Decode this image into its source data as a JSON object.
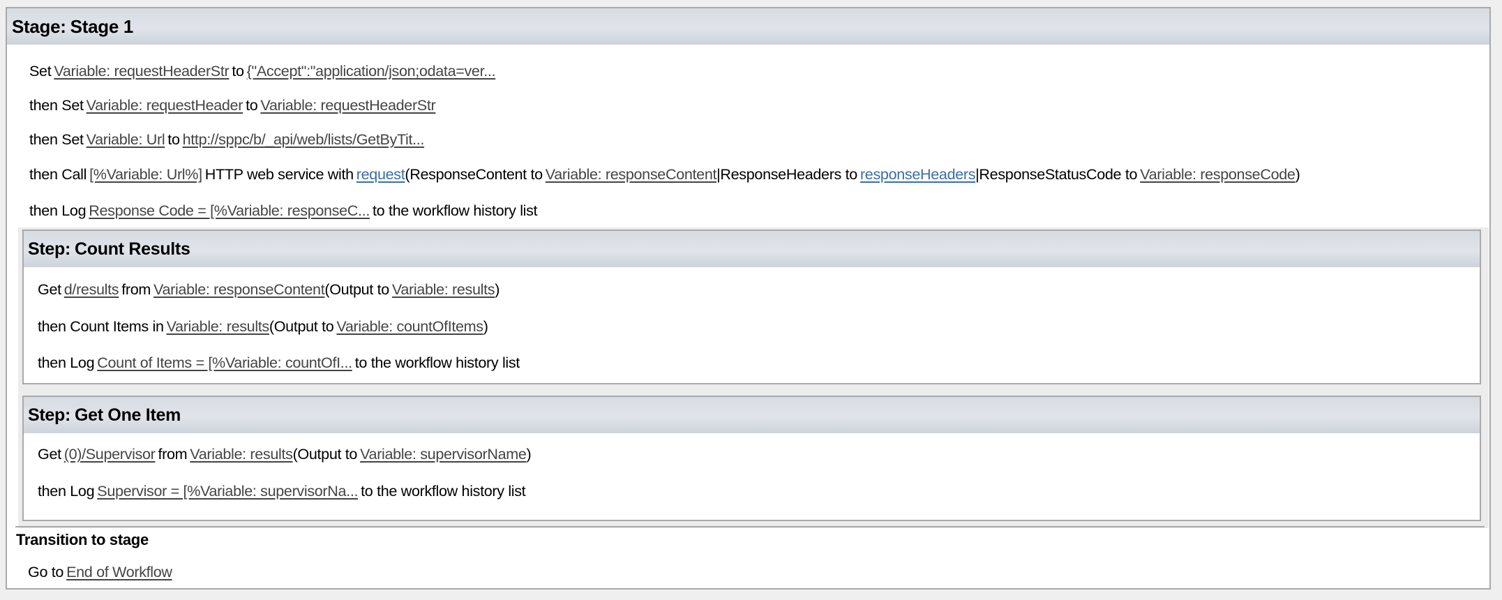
{
  "stage": {
    "label": "Stage:",
    "name": "Stage 1",
    "actions": [
      {
        "parts": [
          {
            "t": "kw",
            "v": "Set"
          },
          {
            "t": "link",
            "v": "Variable: requestHeaderStr"
          },
          {
            "t": "kw",
            "v": "to"
          },
          {
            "t": "link",
            "v": "{\"Accept\":\"application/json;odata=ver..."
          }
        ]
      },
      {
        "parts": [
          {
            "t": "kw",
            "v": "then Set"
          },
          {
            "t": "link",
            "v": "Variable: requestHeader"
          },
          {
            "t": "kw",
            "v": "to"
          },
          {
            "t": "link",
            "v": "Variable: requestHeaderStr"
          }
        ]
      },
      {
        "parts": [
          {
            "t": "kw",
            "v": "then Set"
          },
          {
            "t": "link",
            "v": "Variable: Url"
          },
          {
            "t": "kw",
            "v": "to"
          },
          {
            "t": "link",
            "v": "http://sppc/b/_api/web/lists/GetByTit..."
          }
        ]
      },
      {
        "parts": [
          {
            "t": "kw",
            "v": "then Call"
          },
          {
            "t": "link",
            "v": "[%Variable: Url%]"
          },
          {
            "t": "kw",
            "v": "HTTP web service with"
          },
          {
            "t": "bluelink",
            "v": "request"
          },
          {
            "t": "text",
            "v": "(ResponseContent to"
          },
          {
            "t": "link",
            "v": "Variable: responseContent"
          },
          {
            "t": "text",
            "v": "|ResponseHeaders to"
          },
          {
            "t": "bluelink",
            "v": "responseHeaders"
          },
          {
            "t": "text",
            "v": "|ResponseStatusCode to"
          },
          {
            "t": "link",
            "v": "Variable: responseCode"
          },
          {
            "t": "text",
            "v": ")"
          }
        ]
      },
      {
        "parts": [
          {
            "t": "kw",
            "v": "then Log"
          },
          {
            "t": "link",
            "v": "Response Code = [%Variable: responseC..."
          },
          {
            "t": "text",
            "v": "to the workflow history list"
          }
        ]
      }
    ]
  },
  "steps": [
    {
      "label": "Step:",
      "name": "Count Results",
      "actions": [
        {
          "parts": [
            {
              "t": "kw",
              "v": "Get"
            },
            {
              "t": "link",
              "v": "d/results"
            },
            {
              "t": "kw",
              "v": "from"
            },
            {
              "t": "link",
              "v": "Variable: responseContent"
            },
            {
              "t": "text",
              "v": "(Output to"
            },
            {
              "t": "link",
              "v": "Variable: results"
            },
            {
              "t": "text",
              "v": ")"
            }
          ]
        },
        {
          "parts": [
            {
              "t": "kw",
              "v": "then Count Items in"
            },
            {
              "t": "link",
              "v": "Variable: results"
            },
            {
              "t": "text",
              "v": "(Output to"
            },
            {
              "t": "link",
              "v": "Variable: countOfItems"
            },
            {
              "t": "text",
              "v": ")"
            }
          ]
        },
        {
          "parts": [
            {
              "t": "kw",
              "v": "then Log"
            },
            {
              "t": "link",
              "v": "Count of Items = [%Variable: countOfI..."
            },
            {
              "t": "text",
              "v": "to the workflow history list"
            }
          ]
        }
      ]
    },
    {
      "label": "Step:",
      "name": "Get One Item",
      "actions": [
        {
          "parts": [
            {
              "t": "kw",
              "v": "Get"
            },
            {
              "t": "link",
              "v": "(0)/Supervisor"
            },
            {
              "t": "kw",
              "v": "from"
            },
            {
              "t": "link",
              "v": "Variable: results"
            },
            {
              "t": "text",
              "v": "(Output to"
            },
            {
              "t": "link",
              "v": "Variable: supervisorName"
            },
            {
              "t": "text",
              "v": ")"
            }
          ]
        },
        {
          "parts": [
            {
              "t": "kw",
              "v": "then Log"
            },
            {
              "t": "link",
              "v": "Supervisor = [%Variable: supervisorNa..."
            },
            {
              "t": "text",
              "v": "to the workflow history list"
            }
          ]
        }
      ]
    }
  ],
  "transition": {
    "title": "Transition to stage",
    "goto_label": "Go to",
    "target": "End of Workflow"
  },
  "colors": {
    "link_gray": "#444444",
    "link_blue": "#3a6ea5",
    "header_bg": "#dde1e7",
    "border": "#a9a9a9",
    "steps_bg": "#ececec"
  }
}
